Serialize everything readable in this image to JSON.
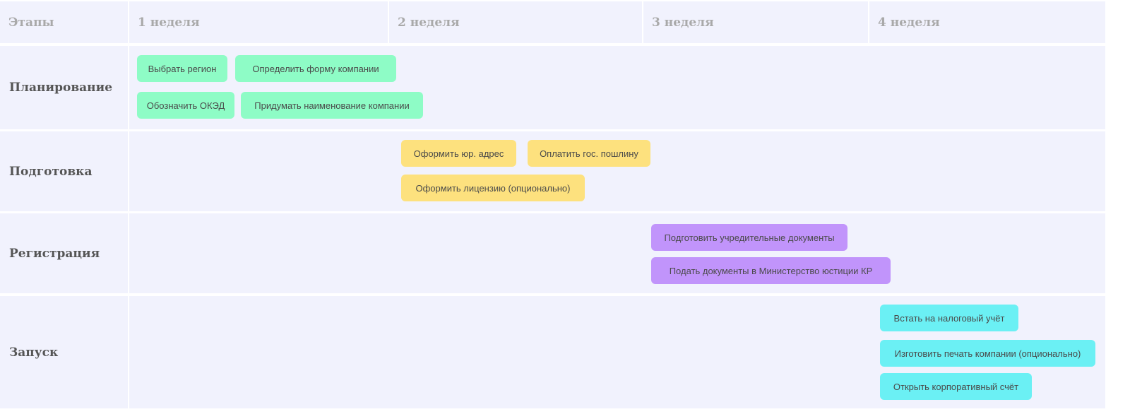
{
  "header": {
    "stages": "Этапы",
    "weeks": [
      "1 неделя",
      "2 неделя",
      "3 неделя",
      "4 неделя"
    ]
  },
  "rows": [
    {
      "stage": "Планирование",
      "tasks": [
        "Выбрать регион",
        "Определить форму компании",
        "Обозначить ОКЭД",
        "Придумать наименование компании"
      ]
    },
    {
      "stage": "Подготовка",
      "tasks": [
        "Оформить юр. адрес",
        "Оплатить гос. пошлину",
        "Оформить лицензию (опционально)"
      ]
    },
    {
      "stage": "Регистрация",
      "tasks": [
        "Подготовить учредительные документы",
        "Подать документы в Министерство юстиции КР"
      ]
    },
    {
      "stage": "Запуск",
      "tasks": [
        "Встать на налоговый учёт",
        "Изготовить печать компании (опционально)",
        "Открыть корпоративный счёт"
      ]
    }
  ],
  "colors": {
    "planning": "#8efcc6",
    "preparation": "#fde17e",
    "registration": "#c194fb",
    "launch": "#6bf0f4",
    "cell": "#f1f2fd"
  }
}
